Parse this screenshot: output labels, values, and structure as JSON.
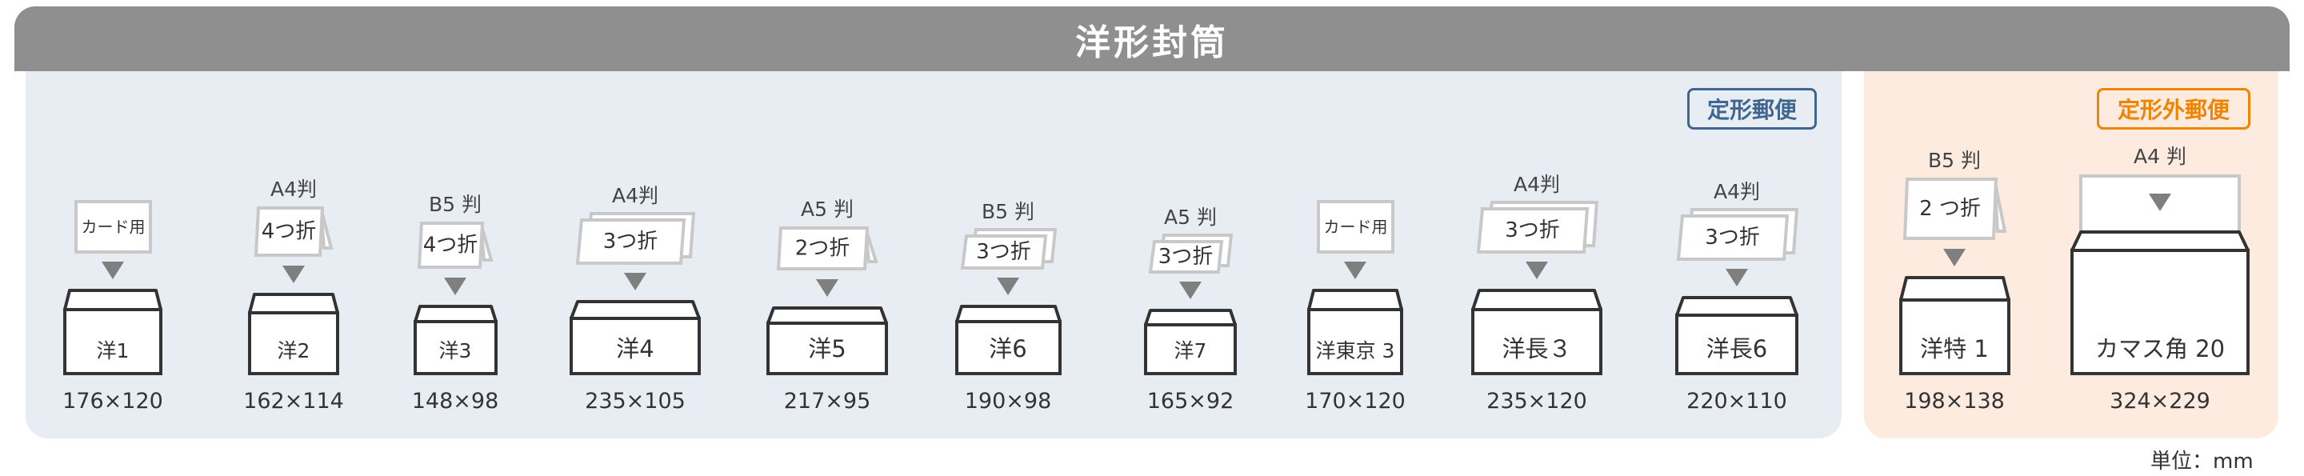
{
  "title": "洋形封筒",
  "badges": {
    "standard": "定形郵便",
    "nonstandard": "定形外郵便"
  },
  "unit": "単位：mm",
  "colors": {
    "header": "#8f8f8f",
    "standard_bg": "#e8edf4",
    "nonstandard_bg": "#fdebe0",
    "standard_badge": "#3f6690",
    "nonstandard_badge": "#f08300",
    "arrow": "#7f7f7f",
    "paper_border": "#c8c8c8",
    "envelope_border": "#333333"
  },
  "envelopes": [
    {
      "name": "洋1",
      "size": "176×120",
      "width_mm": 176,
      "height_mm": 120,
      "group": "standard",
      "paper": {
        "type": "card",
        "size_label": "",
        "fold_label": "カード用"
      }
    },
    {
      "name": "洋2",
      "size": "162×114",
      "width_mm": 162,
      "height_mm": 114,
      "group": "standard",
      "paper": {
        "type": "fold4",
        "size_label": "A4判",
        "fold_label": "4つ折"
      }
    },
    {
      "name": "洋3",
      "size": "148×98",
      "width_mm": 148,
      "height_mm": 98,
      "group": "standard",
      "paper": {
        "type": "fold4",
        "size_label": "B5 判",
        "fold_label": "4つ折"
      }
    },
    {
      "name": "洋4",
      "size": "235×105",
      "width_mm": 235,
      "height_mm": 105,
      "group": "standard",
      "paper": {
        "type": "fold3",
        "size_label": "A4判",
        "fold_label": "3つ折"
      }
    },
    {
      "name": "洋5",
      "size": "217×95",
      "width_mm": 217,
      "height_mm": 95,
      "group": "standard",
      "paper": {
        "type": "fold2",
        "size_label": "A5 判",
        "fold_label": "2つ折"
      }
    },
    {
      "name": "洋6",
      "size": "190×98",
      "width_mm": 190,
      "height_mm": 98,
      "group": "standard",
      "paper": {
        "type": "fold3",
        "size_label": "B5 判",
        "fold_label": "3つ折"
      }
    },
    {
      "name": "洋7",
      "size": "165×92",
      "width_mm": 165,
      "height_mm": 92,
      "group": "standard",
      "paper": {
        "type": "fold3",
        "size_label": "A5 判",
        "fold_label": "3つ折"
      }
    },
    {
      "name": "洋東京 3",
      "size": "170×120",
      "width_mm": 170,
      "height_mm": 120,
      "group": "standard",
      "paper": {
        "type": "card",
        "size_label": "",
        "fold_label": "カード用"
      }
    },
    {
      "name": "洋長３",
      "size": "235×120",
      "width_mm": 235,
      "height_mm": 120,
      "group": "standard",
      "paper": {
        "type": "fold3",
        "size_label": "A4判",
        "fold_label": "3つ折"
      }
    },
    {
      "name": "洋長6",
      "size": "220×110",
      "width_mm": 220,
      "height_mm": 110,
      "group": "standard",
      "paper": {
        "type": "fold3",
        "size_label": "A4判",
        "fold_label": "3つ折"
      }
    },
    {
      "name": "洋特 1",
      "size": "198×138",
      "width_mm": 198,
      "height_mm": 138,
      "group": "nonstandard",
      "paper": {
        "type": "fold2",
        "size_label": "B5 判",
        "fold_label": "2 つ折"
      }
    },
    {
      "name": "カマス角 20",
      "size": "324×229",
      "width_mm": 324,
      "height_mm": 229,
      "group": "nonstandard",
      "paper": {
        "type": "flat",
        "size_label": "A4 判",
        "fold_label": ""
      }
    }
  ]
}
